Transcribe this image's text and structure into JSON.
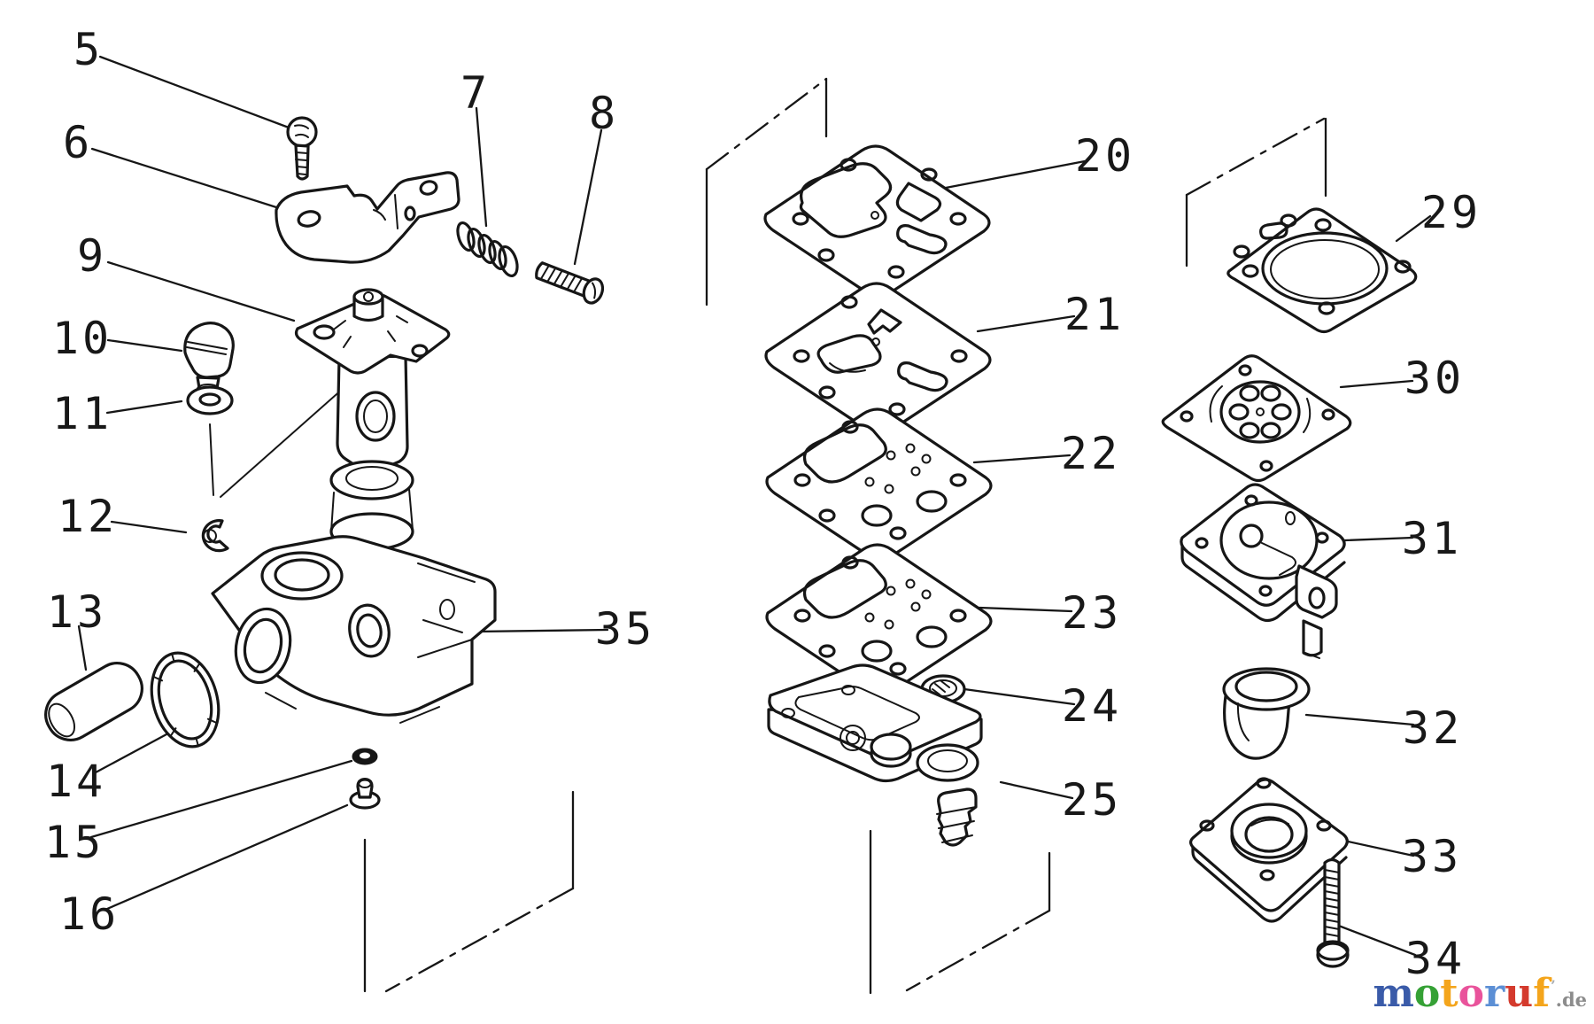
{
  "diagram": {
    "type": "exploded-parts-diagram",
    "part_labels": {
      "p5": "5",
      "p6": "6",
      "p7": "7",
      "p8": "8",
      "p9": "9",
      "p10": "10",
      "p11": "11",
      "p12": "12",
      "p13": "13",
      "p14": "14",
      "p15": "15",
      "p16": "16",
      "p20": "20",
      "p21": "21",
      "p22": "22",
      "p23": "23",
      "p24": "24",
      "p25": "25",
      "p29": "29",
      "p30": "30",
      "p31": "31",
      "p32": "32",
      "p33": "33",
      "p34": "34",
      "p35": "35"
    }
  },
  "watermark": {
    "letters": [
      {
        "ch": "m",
        "color": "#3A5BA9"
      },
      {
        "ch": "o",
        "color": "#35A135"
      },
      {
        "ch": "t",
        "color": "#F4A51C"
      },
      {
        "ch": "o",
        "color": "#E9539B"
      },
      {
        "ch": "r",
        "color": "#5C8FD5"
      },
      {
        "ch": "u",
        "color": "#D43A2D"
      },
      {
        "ch": "f",
        "color": "#F4A51C"
      }
    ],
    "tm_mark": "’",
    "tm_color": "#A8ADB3",
    "suffix": ".de",
    "suffix_color": "#8C8C8C"
  }
}
